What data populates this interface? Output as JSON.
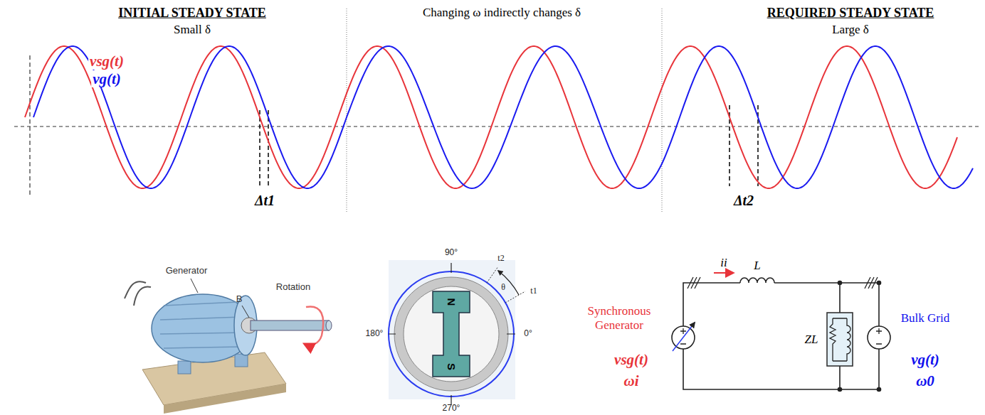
{
  "diagram": {
    "labels": [
      "INITIAL STEADY STATE",
      "Small δ",
      "Changing ω indirectly changes δ",
      "REQUIRED STEADY STATE",
      "Large δ",
      "vsg(t)",
      "vg(t)",
      "Δt1",
      "Δt2",
      "Generator",
      "B",
      "Rotation",
      "90°",
      "t2",
      "θ",
      "t1",
      "180°",
      "0°",
      "N",
      "S",
      "270°",
      "ii",
      "L",
      "Synchronous Generator",
      "vsg(t)",
      "ωi",
      "ZL",
      "Bulk Grid",
      "vg(t)",
      "ω0"
    ]
  }
}
